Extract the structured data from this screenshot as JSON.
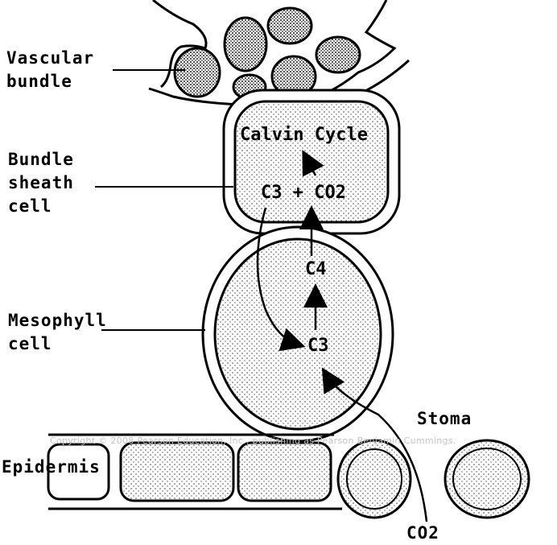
{
  "labels": {
    "vascular_bundle": "Vascular\nbundle",
    "bundle_sheath_cell": "Bundle\nsheath\ncell",
    "mesophyll_cell": "Mesophyll\ncell",
    "epidermis": "Epidermis",
    "stoma": "Stoma",
    "co2_bottom": "CO2"
  },
  "cell_text": {
    "calvin_cycle": "Calvin Cycle",
    "c3_co2": "C3 + CO2",
    "c4": "C4",
    "c3": "C3"
  },
  "watermark": "Copyright © 2008 Pearson Education, Inc., publishing as Pearson Benjamin Cummings.",
  "colors": {
    "ink": "#000000",
    "stipple": "#3a3a3a",
    "background": "#ffffff"
  }
}
